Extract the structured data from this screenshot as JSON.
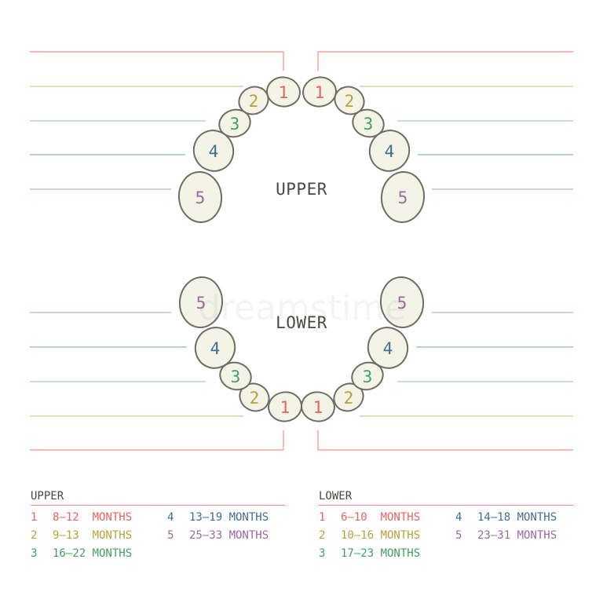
{
  "jaw_labels": {
    "upper": "UPPER",
    "lower": "LOWER"
  },
  "tooth_colors": {
    "1": "#e5645c",
    "2": "#b9a23a",
    "3": "#3fa163",
    "4": "#3e6f97",
    "5": "#9a6aa0"
  },
  "line_colors": {
    "1": "#ef8e88",
    "2": "#d9cc8a",
    "3": "#9ed4ae",
    "4": "#8fb3cf",
    "5": "#c7a9c9"
  },
  "tooth_fill": "#f3f3e6",
  "tooth_outline": "#6e6e66",
  "upper_teeth": [
    "1",
    "2",
    "3",
    "4",
    "5"
  ],
  "lower_teeth": [
    "1",
    "2",
    "3",
    "4",
    "5"
  ],
  "watermark": "dreamstime",
  "legend": {
    "upper": {
      "title": "UPPER",
      "entries": [
        {
          "num": "1",
          "text": "8–12  MONTHS"
        },
        {
          "num": "2",
          "text": "9–13  MONTHS"
        },
        {
          "num": "3",
          "text": "16–22 MONTHS"
        },
        {
          "num": "4",
          "text": "13–19 MONTHS"
        },
        {
          "num": "5",
          "text": "25–33 MONTHS"
        }
      ]
    },
    "lower": {
      "title": "LOWER",
      "entries": [
        {
          "num": "1",
          "text": "6–10  MONTHS"
        },
        {
          "num": "2",
          "text": "10–16 MONTHS"
        },
        {
          "num": "3",
          "text": "17–23 MONTHS"
        },
        {
          "num": "4",
          "text": "14–18 MONTHS"
        },
        {
          "num": "5",
          "text": "23–31 MONTHS"
        }
      ]
    }
  }
}
